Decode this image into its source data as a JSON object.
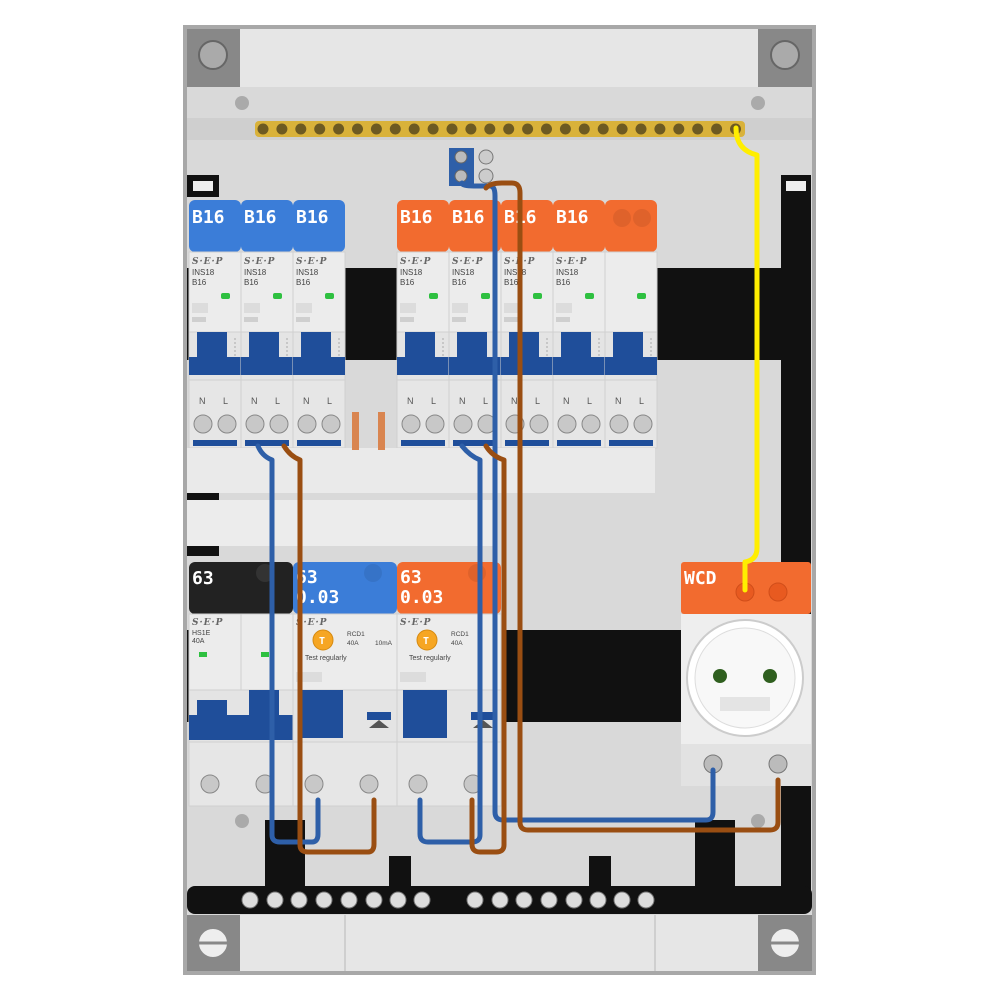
{
  "mcb_upper": [
    {
      "label": "B16",
      "model": "INS18",
      "rating": "B16",
      "color": "#3b7dd8"
    },
    {
      "label": "B16",
      "model": "INS18",
      "rating": "B16",
      "color": "#3b7dd8"
    },
    {
      "label": "B16",
      "model": "INS18",
      "rating": "B16",
      "color": "#3b7dd8"
    },
    {
      "label": "B16",
      "model": "INS18",
      "rating": "B16",
      "color": "#f26b2f"
    },
    {
      "label": "B16",
      "model": "INS18",
      "rating": "B16",
      "color": "#f26b2f"
    },
    {
      "label": "B16",
      "model": "INS18",
      "rating": "B16",
      "color": "#f26b2f"
    },
    {
      "label": "B16",
      "model": "INS18",
      "rating": "B16",
      "color": "#f26b2f"
    },
    {
      "label": "",
      "model": "",
      "rating": "",
      "color": "#f26b2f"
    }
  ],
  "brand": "S·E·P",
  "terminal_letters": [
    "N",
    "L"
  ],
  "main_switch": {
    "label": "63",
    "model": "HS1E",
    "rating": "40A",
    "color": "#222222"
  },
  "rcds": [
    {
      "label_line1": "63",
      "label_line2": "0.03",
      "model": "RCD1",
      "rating": "40A",
      "sensitivity": "10mA",
      "test_text": "Test regularly",
      "color": "#3b7dd8"
    },
    {
      "label_line1": "63",
      "label_line2": "0.03",
      "model": "RCD1",
      "rating": "40A",
      "sensitivity": "",
      "test_text": "Test regularly",
      "color": "#f26b2f"
    }
  ],
  "socket": {
    "label": "WCD",
    "color": "#f26b2f"
  },
  "colors": {
    "enclosure": "#d9d9d9",
    "din_rail": "#111111",
    "busbar": "#d9b23a",
    "wire_neutral": "#2e5fa8",
    "wire_live": "#9a4e12",
    "wire_earth": "#ffee00"
  }
}
